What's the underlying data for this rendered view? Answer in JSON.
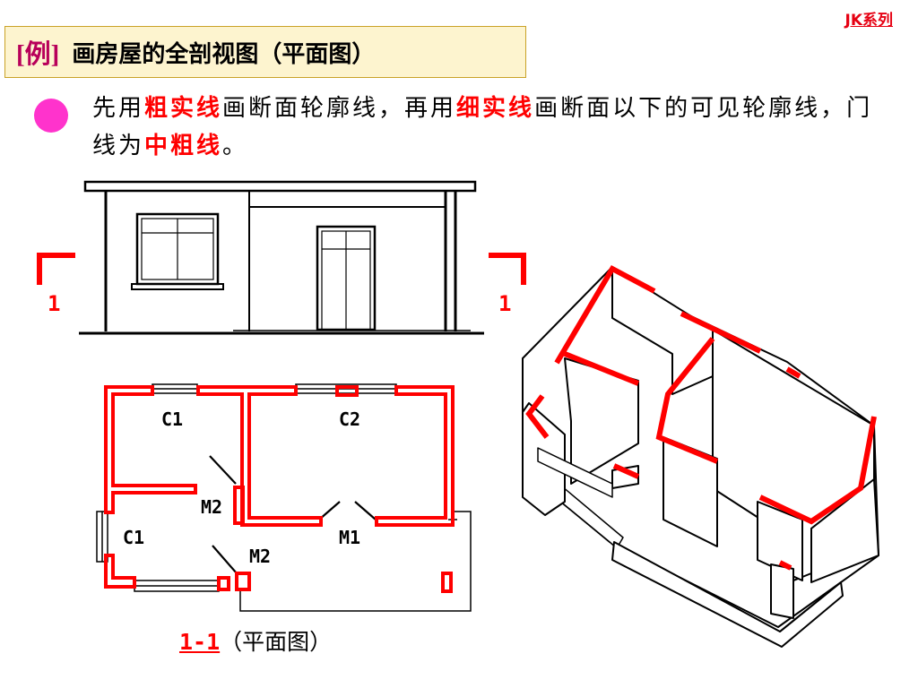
{
  "series_tag": "JK系列",
  "title": {
    "tag": "[例]",
    "text": "画房屋的全剖视图（平面图）"
  },
  "description": [
    {
      "text": "先用",
      "hl": false
    },
    {
      "text": "粗实线",
      "hl": true
    },
    {
      "text": "画断面轮廓线，再用",
      "hl": false
    },
    {
      "text": "细实线",
      "hl": true
    },
    {
      "text": "画断面以下的可见轮廓线，门线为",
      "hl": false
    },
    {
      "text": "中粗线",
      "hl": true
    },
    {
      "text": "。",
      "hl": false
    }
  ],
  "section_mark": "1",
  "labels": {
    "c1": "C1",
    "c2": "C2",
    "m1": "M1",
    "m2": "M2"
  },
  "caption": {
    "code": "1-1",
    "text": "（平面图）"
  },
  "colors": {
    "cut": "#ff0000",
    "accent": "#ff33cc",
    "title_bg": "#fdf4cf"
  }
}
